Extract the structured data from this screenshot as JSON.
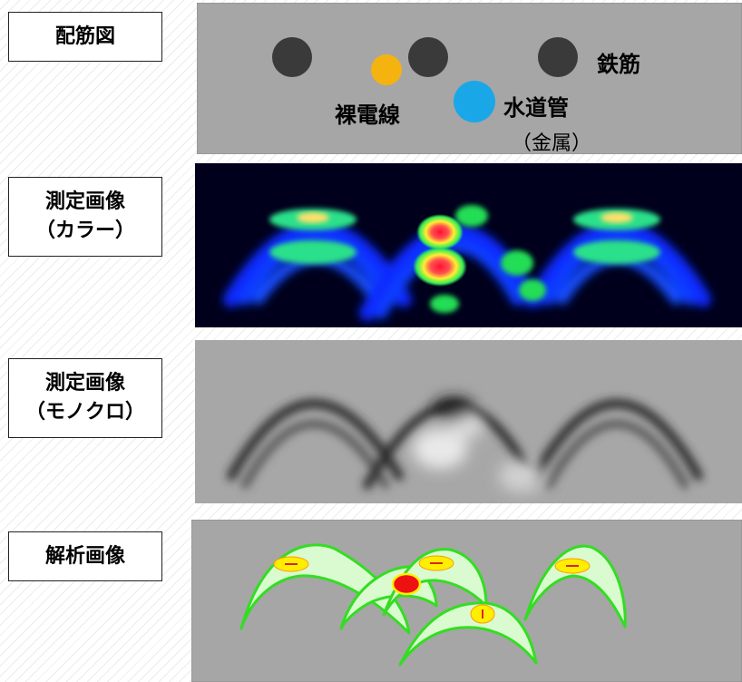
{
  "labels": {
    "rebar_layout": "配筋図",
    "measured_color_line1": "測定画像",
    "measured_color_line2": "（カラー）",
    "measured_mono_line1": "測定画像",
    "measured_mono_line2": "（モノクロ）",
    "analysis": "解析画像"
  },
  "rebar_diagram": {
    "rebar_label": "鉄筋",
    "bare_wire_label": "裸電線",
    "water_pipe_label": "水道管",
    "water_pipe_note": "（金属）"
  },
  "colors": {
    "rebar": "#3a3a3a",
    "bare_wire": "#f5b30f",
    "water_pipe": "#1aa7e8",
    "panel_gray": "#a6a6a6",
    "analysis_fill": "#d9fbcf",
    "analysis_stroke": "#33dd22",
    "hot_yellow": "#ffee00",
    "hot_red": "#ee1111"
  }
}
